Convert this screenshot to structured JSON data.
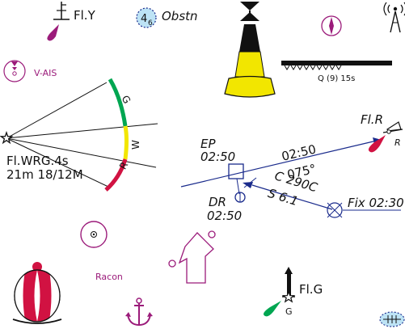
{
  "labels": {
    "fl_y": "Fl.Y",
    "obstn_depth": "4",
    "obstn_depth_sub": "6",
    "obstn": "Obstn",
    "v_ais": "V-AIS",
    "light_char": "Q (9) 15s",
    "sector_light": "Fl.WRG.4s",
    "sector_light_range": "21m 18/12M",
    "sector_g": "G",
    "sector_w": "W",
    "sector_r": "R",
    "ep": "EP",
    "ep_time": "02:50",
    "course_time": "02:50",
    "course_bearing": "075°",
    "dr": "DR",
    "dr_time": "02:50",
    "current_dir": "C 290C",
    "current_speed": "S 6.1",
    "fix": "Fix 02:30",
    "fl_r": "Fl.R",
    "fl_r_color": "R",
    "racon": "Racon",
    "fl_g": "Fl.G",
    "fl_g_color": "G"
  },
  "icons": [
    "light-flare-icon",
    "wreck-depth-icon",
    "topmark-icon",
    "compass-rose-icon",
    "radio-tower-icon",
    "virtual-ais-icon",
    "cardinal-buoy-icon",
    "racon-icon",
    "danger-buoy-icon",
    "anchor-icon",
    "house-icon",
    "starboard-beacon-icon",
    "foul-ground-icon"
  ],
  "colors": {
    "magenta": "#9b1b7a",
    "yellow": "#f2e600",
    "green": "#00a651",
    "red": "#d11242",
    "navy": "#1a2b8c",
    "black": "#111111"
  }
}
